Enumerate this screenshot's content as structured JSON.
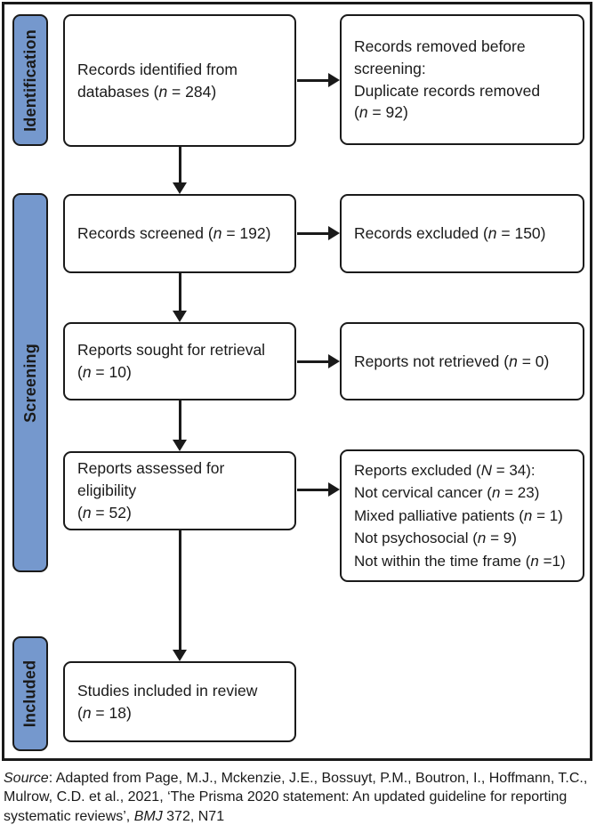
{
  "colors": {
    "stage_fill": "#7598CD",
    "line": "#1a1a1a"
  },
  "stages": [
    {
      "label": "Identification"
    },
    {
      "label": "Screening"
    },
    {
      "label": "Included"
    }
  ],
  "boxes": {
    "identified": {
      "lines": [
        [
          {
            "t": "Records identified from"
          }
        ],
        [
          {
            "t": "databases ("
          },
          {
            "t": "n",
            "i": true
          },
          {
            "t": " = 284)"
          }
        ]
      ]
    },
    "removed": {
      "lines": [
        [
          {
            "t": "Records removed before"
          }
        ],
        [
          {
            "t": "screening:"
          }
        ],
        [
          {
            "t": "Duplicate records removed"
          }
        ],
        [
          {
            "t": "("
          },
          {
            "t": "n",
            "i": true
          },
          {
            "t": " = 92)"
          }
        ]
      ]
    },
    "screened": {
      "lines": [
        [
          {
            "t": "Records screened ("
          },
          {
            "t": "n",
            "i": true
          },
          {
            "t": " = 192)"
          }
        ]
      ]
    },
    "excluded_screening": {
      "lines": [
        [
          {
            "t": "Records excluded ("
          },
          {
            "t": "n",
            "i": true
          },
          {
            "t": " = 150)"
          }
        ]
      ]
    },
    "sought": {
      "lines": [
        [
          {
            "t": "Reports sought for retrieval"
          }
        ],
        [
          {
            "t": "("
          },
          {
            "t": "n",
            "i": true
          },
          {
            "t": " = 10)"
          }
        ]
      ]
    },
    "not_retrieved": {
      "lines": [
        [
          {
            "t": "Reports not retrieved ("
          },
          {
            "t": "n",
            "i": true
          },
          {
            "t": " = 0)"
          }
        ]
      ]
    },
    "assessed": {
      "lines": [
        [
          {
            "t": "Reports assessed for eligibility"
          }
        ],
        [
          {
            "t": "("
          },
          {
            "t": "n",
            "i": true
          },
          {
            "t": " = 52)"
          }
        ]
      ]
    },
    "excluded_eligibility": {
      "lines": [
        [
          {
            "t": "Reports excluded ("
          },
          {
            "t": "N",
            "i": true
          },
          {
            "t": " = 34):"
          }
        ],
        [
          {
            "t": "Not cervical cancer ("
          },
          {
            "t": "n",
            "i": true
          },
          {
            "t": " = 23)"
          }
        ],
        [
          {
            "t": "Mixed palliative patients ("
          },
          {
            "t": "n",
            "i": true
          },
          {
            "t": " = 1)"
          }
        ],
        [
          {
            "t": "Not psychosocial ("
          },
          {
            "t": "n",
            "i": true
          },
          {
            "t": " = 9)"
          }
        ],
        [
          {
            "t": "Not within the time frame ("
          },
          {
            "t": "n",
            "i": true
          },
          {
            "t": " =1)"
          }
        ]
      ]
    },
    "included_studies": {
      "lines": [
        [
          {
            "t": "Studies included in review"
          }
        ],
        [
          {
            "t": "("
          },
          {
            "t": "n",
            "i": true
          },
          {
            "t": " = 18)"
          }
        ]
      ]
    }
  },
  "caption": {
    "lines": [
      [
        {
          "t": "Source",
          "i": true
        },
        {
          "t": ": Adapted from Page, M.J., Mckenzie, J.E., Bossuyt, P.M., Boutron, I., Hoffmann, T.C.,"
        }
      ],
      [
        {
          "t": "Mulrow, C.D. et al., 2021, ‘The Prisma 2020 statement: An updated guideline for reporting"
        }
      ],
      [
        {
          "t": "systematic reviews’, "
        },
        {
          "t": "BMJ",
          "i": true
        },
        {
          "t": " 372, N71"
        }
      ]
    ]
  }
}
